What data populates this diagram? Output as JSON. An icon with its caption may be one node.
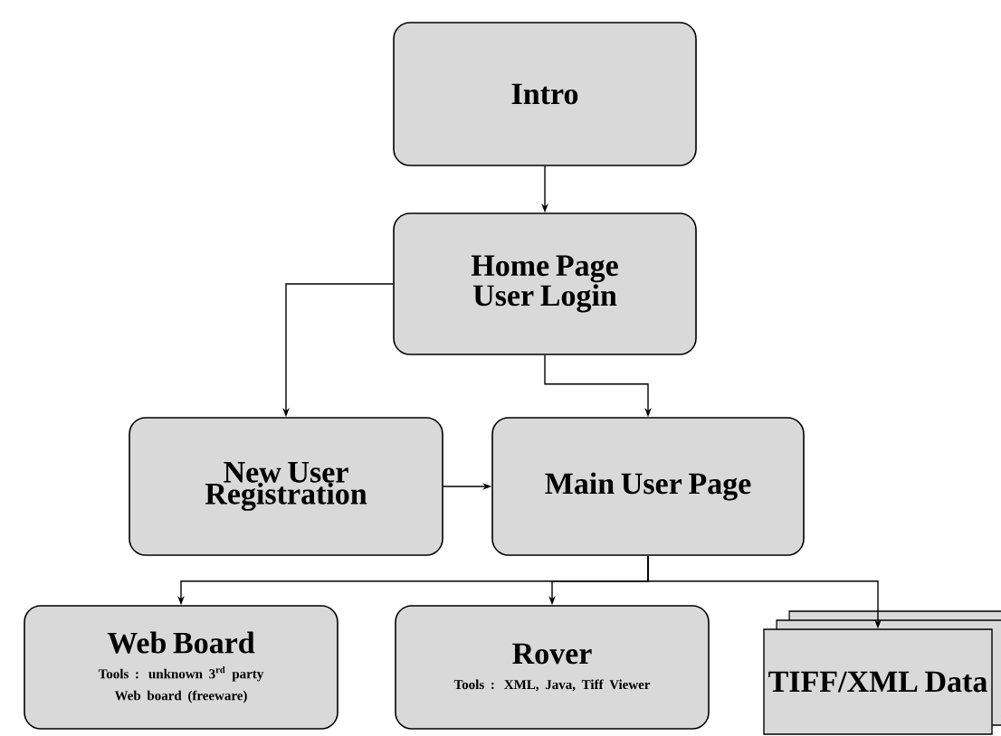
{
  "diagram": {
    "nodes": [
      {
        "text": [
          "Intro"
        ]
      },
      {
        "text": [
          "Home Page User Login"
        ]
      },
      {
        "text": [
          "New User Registration"
        ]
      },
      {
        "text": [
          "Main User Page"
        ]
      },
      {
        "text": [
          "Web Board",
          "Tools : unknown 3$^{rd}$ party Web board (freeware)"
        ]
      },
      {
        "text": [
          "Rover",
          "Tools : XML, Java, Tiff Viewer"
        ]
      },
      {
        "text": [
          "TIFF/XML Data"
        ]
      }
    ],
    "edges": [
      {
        "from": 0,
        "to": 1,
        "arrow": "to"
      },
      {
        "from": 1,
        "to": 2,
        "arrow": "to"
      },
      {
        "from": 1,
        "to": 3,
        "arrow": "to"
      },
      {
        "from": 2,
        "to": 3,
        "arrow": "to"
      },
      {
        "from": 3,
        "to": 4,
        "arrow": "to"
      },
      {
        "from": 3,
        "to": 5,
        "arrow": "to"
      },
      {
        "from": 3,
        "to": 6,
        "arrow": "to"
      }
    ]
  }
}
